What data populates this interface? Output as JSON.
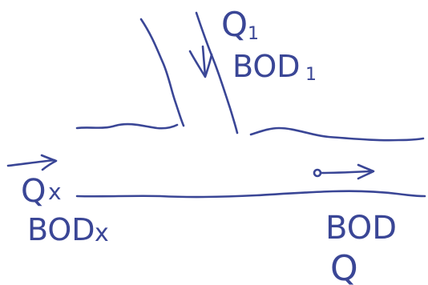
{
  "labels": {
    "tributary_flow": "Q",
    "tributary_flow_sub": "1",
    "tributary_bod": "BOD",
    "tributary_bod_sub": "1",
    "upstream_flow": "Q",
    "upstream_flow_sub": "x",
    "upstream_bod": "BOD",
    "upstream_bod_sub": "x",
    "downstream_bod": "BOD",
    "downstream_flow": "Q"
  },
  "colors": {
    "ink": "#3a4696",
    "background": "#ffffff"
  }
}
